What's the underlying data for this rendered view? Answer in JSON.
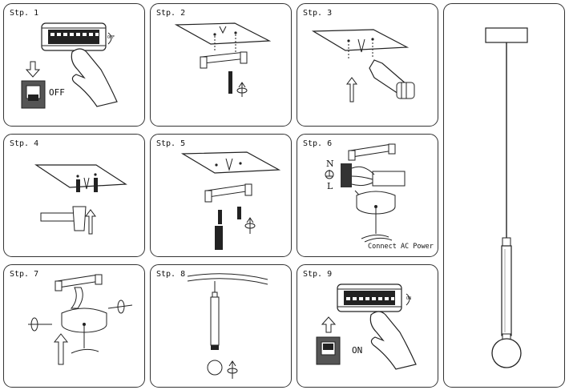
{
  "steps": [
    {
      "label": "Stp. 1",
      "switch_text": "OFF",
      "dial_text": "OFF"
    },
    {
      "label": "Stp. 2"
    },
    {
      "label": "Stp. 3"
    },
    {
      "label": "Stp. 4"
    },
    {
      "label": "Stp. 5"
    },
    {
      "label": "Stp. 6",
      "neutral": "N",
      "live": "L",
      "caption": "Connect AC Power"
    },
    {
      "label": "Stp. 7"
    },
    {
      "label": "Stp. 8"
    },
    {
      "label": "Stp. 9",
      "switch_text": "ON",
      "dial_text": "ON"
    }
  ]
}
